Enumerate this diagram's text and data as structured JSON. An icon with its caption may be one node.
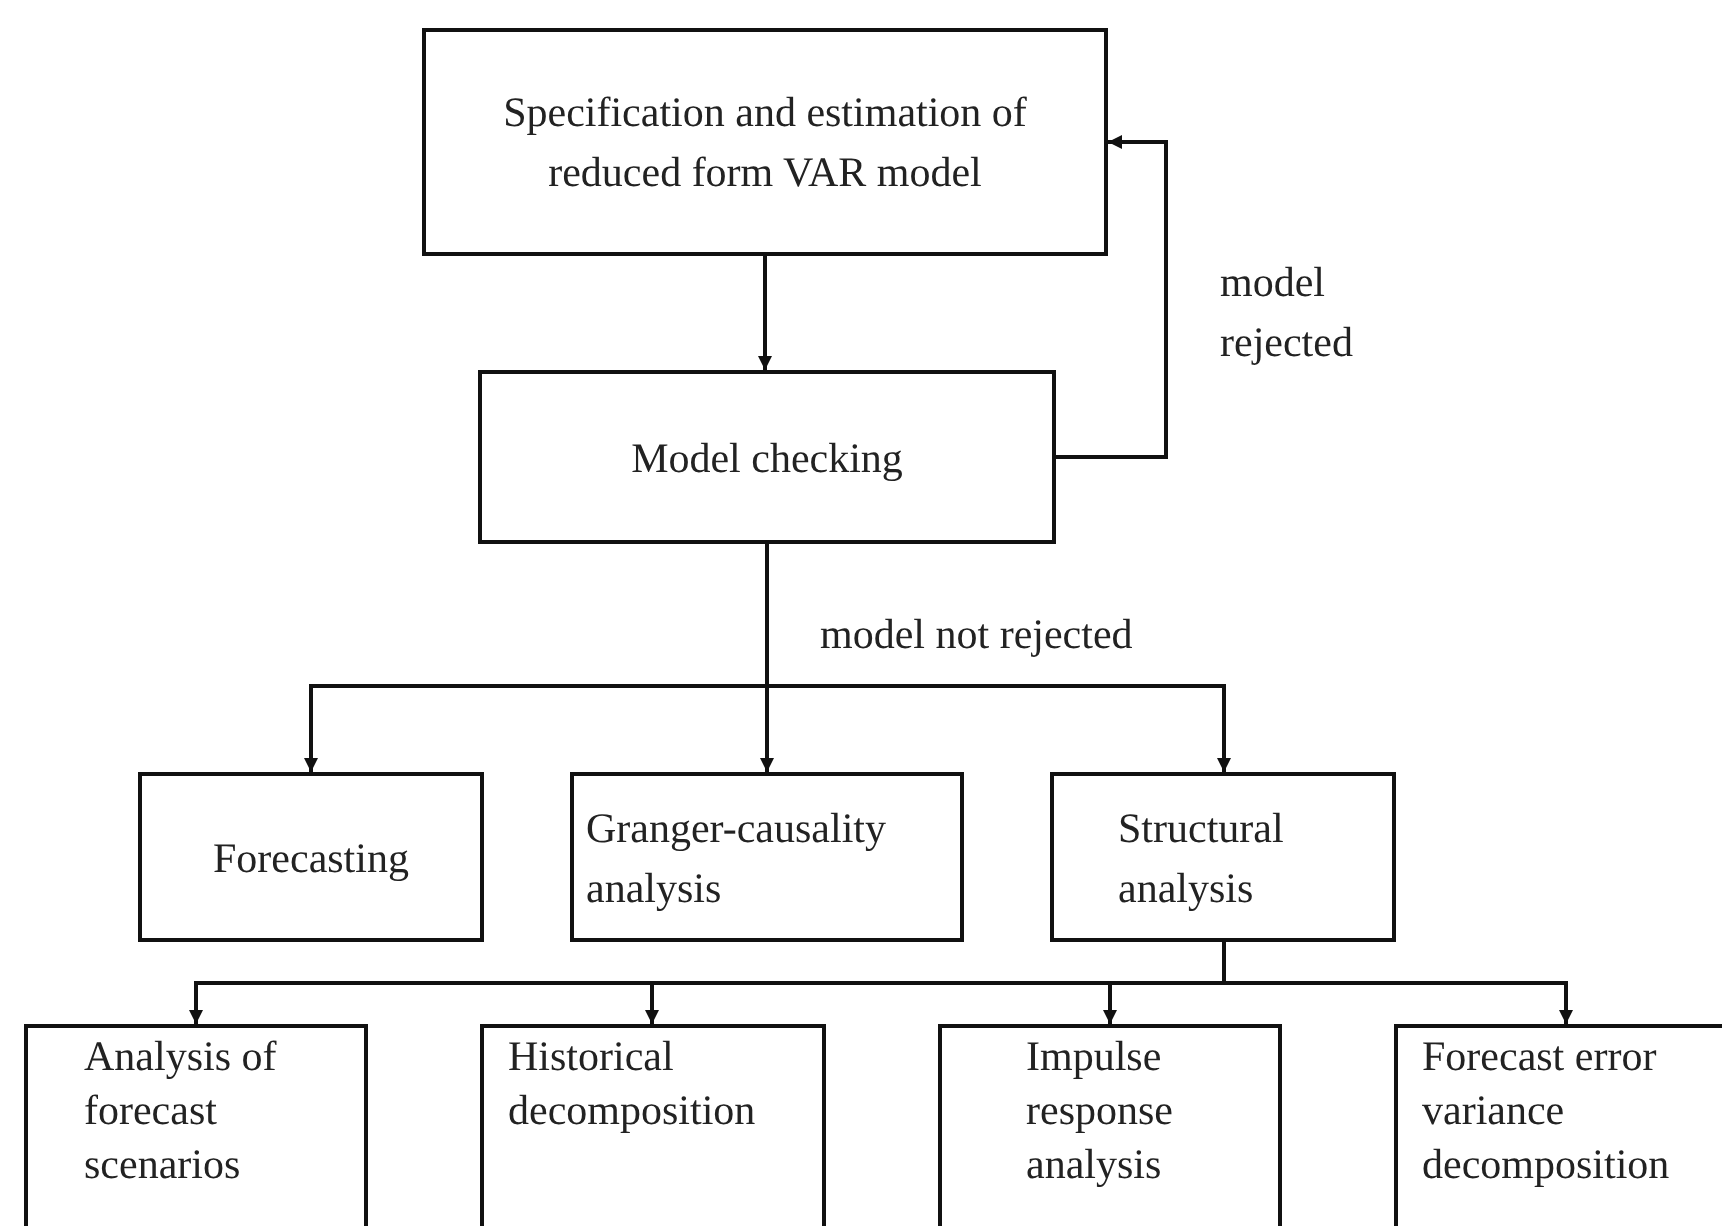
{
  "diagram": {
    "nodes": [
      {
        "text": [
          "Specification and estimation of reduced form VAR model"
        ]
      },
      {
        "text": [
          "Model checking"
        ]
      },
      {
        "text": [
          "Forecasting"
        ]
      },
      {
        "text": [
          "Granger-causality analysis"
        ]
      },
      {
        "text": [
          "Structural analysis"
        ]
      },
      {
        "text": [
          "Analysis of forecast scenarios"
        ]
      },
      {
        "text": [
          "Historical decomposition"
        ]
      },
      {
        "text": [
          "Impulse response analysis"
        ]
      },
      {
        "text": [
          "Forecast error variance decomposition"
        ]
      }
    ],
    "edges": [
      {
        "from": 0,
        "to": 1,
        "arrow": "to"
      },
      {
        "from": 1,
        "to": 0,
        "arrow": "to",
        "label": "model rejected"
      },
      {
        "from": 1,
        "to": 2,
        "arrow": "to"
      },
      {
        "from": 1,
        "to": 3,
        "arrow": "to",
        "label": "model not rejected"
      },
      {
        "from": 1,
        "to": 4,
        "arrow": "to"
      },
      {
        "from": 4,
        "to": 5,
        "arrow": "to"
      },
      {
        "from": 4,
        "to": 6,
        "arrow": "to"
      },
      {
        "from": 4,
        "to": 7,
        "arrow": "to"
      },
      {
        "from": 4,
        "to": 8,
        "arrow": "to"
      }
    ]
  }
}
